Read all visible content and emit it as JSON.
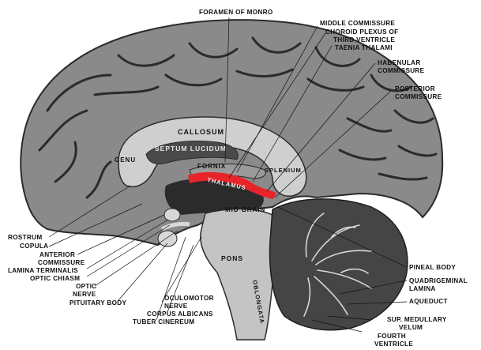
{
  "labels": {
    "foramen_of_monro": "FORAMEN OF MONRO",
    "middle_commissure": "MIDDLE COMMISSURE",
    "choroid_plexus_1": "CHOROID PLEXUS OF",
    "choroid_plexus_2": "THIRD VENTRICLE",
    "taenia_thalami": "TAENIA THALAMI",
    "habenular_1": "HABENULAR",
    "habenular_2": "COMMISSURE",
    "posterior_1": "POSTERIOR",
    "posterior_2": "COMMISSURE",
    "rostrum": "ROSTRUM",
    "copula": "COPULA",
    "anterior_1": "ANTERIOR",
    "anterior_2": "COMMISSURE",
    "lamina_terminalis": "LAMINA TERMINALIS",
    "optic_chiasm": "OPTIC CHIASM",
    "optic_1": "OPTIC",
    "optic_2": "NERVE",
    "pituitary_body": "PITUITARY BODY",
    "oculomotor_1": "OCULOMOTOR",
    "oculomotor_2": "NERVE",
    "corpus_albicans": "CORPUS ALBICANS",
    "tuber_cinereum": "TUBER CINEREUM",
    "pineal_body": "PINEAL BODY",
    "quadrigeminal_1": "QUADRIGEMINAL",
    "quadrigeminal_2": "LAMINA",
    "aqueduct": "AQUEDUCT",
    "sup_medullary": "SUP. MEDULLARY",
    "velum": "VELUM",
    "fourth_1": "FOURTH",
    "fourth_2": "VENTRICLE"
  },
  "inner_labels": {
    "callosum": "CALLOSUM",
    "genu": "GENU",
    "septum_lucidum": "SEPTUM LUCIDUM",
    "fornix": "FORNIX",
    "thalamus": "THALAMUS",
    "splenium": "SPLENIUM",
    "mid_brain": "MID BRAIN",
    "pons": "PONS",
    "oblongata": "OBLONGATA"
  },
  "colors": {
    "highlight": "#e8242b",
    "cortex": "#8a8a8a",
    "sulcus": "#2b2b2b",
    "white_matter": "#cfcfcf",
    "cerebellum": "#454545"
  }
}
